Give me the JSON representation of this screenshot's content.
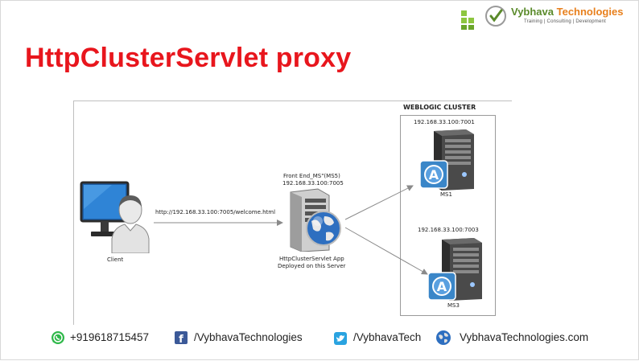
{
  "slide": {
    "title": "HttpClusterServlet proxy"
  },
  "logo": {
    "name_part1": "Vybhava ",
    "name_part2": "Technologies",
    "tagline": "Training  |  Consulting  |  Development"
  },
  "diagram": {
    "cluster_label": "WEBLOGIC CLUSTER",
    "client_label": "Client",
    "request_url": "http://192.168.33.100:7005/welcome.html",
    "frontend_line1": "Front End_MS\"(MS5)",
    "frontend_line2": "192.168.33.100:7005",
    "proxy_line1": "HttpClusterServlet App",
    "proxy_line2": "Deployed on this Server",
    "ms1_addr": "192.168.33.100:7001",
    "ms1_label": "MS1",
    "ms3_addr": "192.168.33.100:7003",
    "ms3_label": "MS3"
  },
  "footer": {
    "phone": "+919618715457",
    "facebook": "/VybhavaTechnologies",
    "twitter": "/VybhavaTech",
    "website": "VybhavaTechnologies.com"
  },
  "colors": {
    "title": "#e8161d",
    "brand_green": "#5a8a2a",
    "brand_orange": "#e8801d",
    "server_dark": "#3a3a3a",
    "weblogic_blue": "#3a86c8"
  },
  "icons": [
    "logo-squares-icon",
    "check-circle-icon",
    "monitor-icon",
    "user-icon",
    "server-icon",
    "globe-icon",
    "weblogic-icon",
    "whatsapp-icon",
    "facebook-icon",
    "twitter-icon",
    "globe-icon"
  ]
}
